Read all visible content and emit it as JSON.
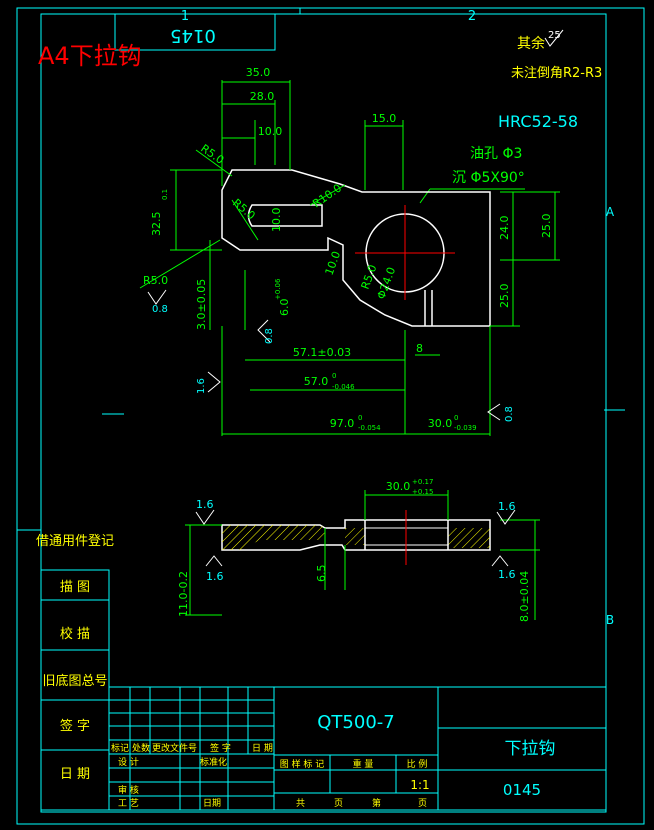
{
  "colors": {
    "background": "#000000",
    "border": "#00ffff",
    "outline": "#ffffff",
    "dimension": "#00ff00",
    "text_green": "#00ff00",
    "text_cyan": "#00ffff",
    "text_yellow": "#ffff00",
    "annotation_red": "#ff0000",
    "hatch": "#ffff00"
  },
  "header": {
    "drawing_number_mirrored": "0145",
    "red_tag": "A4下拉钩",
    "zone_col_1": "1",
    "zone_col_2": "2",
    "zone_row_a": "A",
    "zone_row_b": "B"
  },
  "notes": {
    "roughness_rest": "25",
    "rest_label": "其余",
    "unspecified_chamfer": "未注倒角R2-R3",
    "hardness": "HRC52-58",
    "oil_hole": "油孔 Φ3",
    "countersink": "沉 Φ5X90°"
  },
  "dimensions_top": {
    "d35": "35.0",
    "d28": "28.0",
    "d10": "10.0",
    "d15": "15.0",
    "r5_top": "R5.0",
    "r5_mid": "R5.0",
    "r10": "R10.0",
    "h32_5": "32.5",
    "h32_5_tol": "0.1",
    "h3": "3.0±0.05",
    "h6": "6.0",
    "h6_tol": "+0.06",
    "h10": "10.0",
    "h10_2": "10.0",
    "d57_1": "57.1±0.03",
    "d57": "57.0",
    "d57_tol_up": "0",
    "d57_tol_low": "-0.046",
    "d97": "97.0",
    "d97_tol_up": "0",
    "d97_tol_low": "-0.054",
    "d30": "30.0",
    "d30_tol_up": "0",
    "d30_tol_low": "-0.039",
    "d8": "8",
    "v24": "24.0",
    "v25_right": "25.0",
    "v25_lower": "25.0",
    "r5_circle": "R5.0",
    "d24_circle": "Φ24.0",
    "r5_left": "R5.0",
    "rough_08_a": "0.8",
    "rough_08_b": "0.8",
    "rough_08_c": "0.8",
    "rough_16_a": "1.6"
  },
  "dimensions_side": {
    "d30": "30.0",
    "d30_up": "+0.17",
    "d30_low": "+0.15",
    "h11": "11.0-0.2",
    "h6_5": "6.5",
    "h8": "8.0±0.04",
    "rough_16_tl": "1.6",
    "rough_16_bl": "1.6",
    "rough_16_tr": "1.6",
    "rough_16_br": "1.6"
  },
  "side_column": {
    "registration": "借通用件登记",
    "trace": "描  图",
    "check": "校  描",
    "old_base": "旧底图总号",
    "sign": "签  字",
    "date": "日  期"
  },
  "title_block": {
    "material": "QT500-7",
    "part_name": "下拉钩",
    "drawing_number": "0145",
    "mark": "标记",
    "count": "处数",
    "change_doc": "更改文件号",
    "sign": "签 字",
    "date": "日 期",
    "design": "设 计",
    "standardize": "标准化",
    "stage_mark": "图 样 标 记",
    "weight": "重 量",
    "scale_label": "比 例",
    "scale_value": "1:1",
    "review": "审 核",
    "process": "工 艺",
    "date2": "日期",
    "total": "共",
    "sheet_unit": "页",
    "sheet_no": "第",
    "sheet_unit2": "页"
  }
}
